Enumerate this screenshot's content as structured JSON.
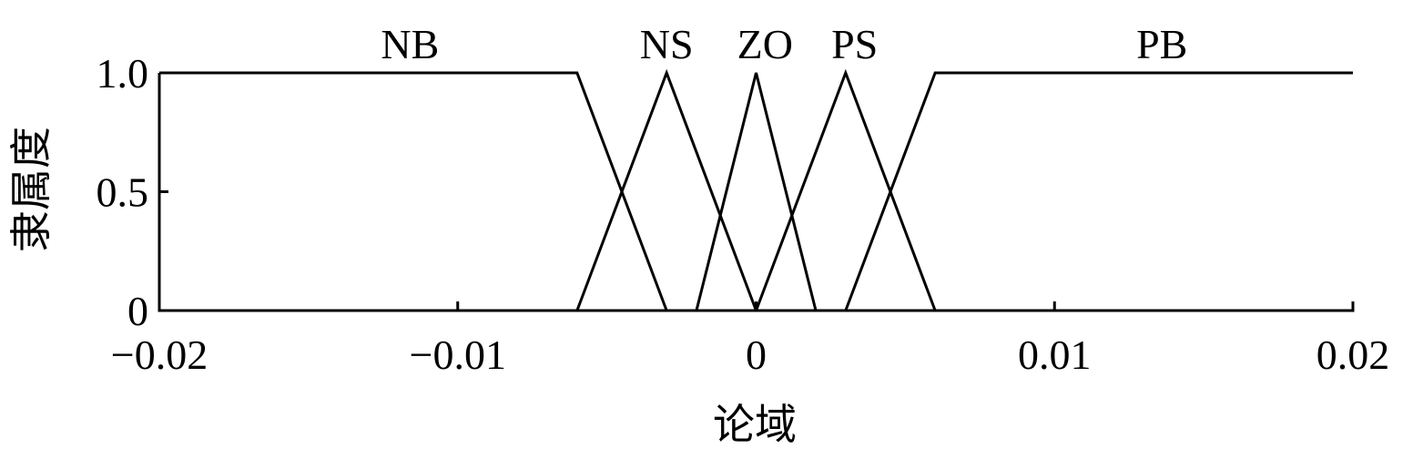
{
  "chart_data": {
    "type": "line",
    "title": "",
    "xlabel": "论域",
    "ylabel": "隶属度",
    "xlim": [
      -0.02,
      0.02
    ],
    "ylim": [
      0,
      1
    ],
    "x_ticks": [
      {
        "value": -0.02,
        "label": "−0.02"
      },
      {
        "value": -0.01,
        "label": "−0.01"
      },
      {
        "value": 0,
        "label": "0"
      },
      {
        "value": 0.01,
        "label": "0.01"
      },
      {
        "value": 0.02,
        "label": "0.02"
      }
    ],
    "y_ticks": [
      {
        "value": 0,
        "label": "0"
      },
      {
        "value": 0.5,
        "label": "0.5"
      },
      {
        "value": 1.0,
        "label": "1.0"
      }
    ],
    "grid": false,
    "series": [
      {
        "name": "NB",
        "points": [
          [
            -0.02,
            1
          ],
          [
            -0.006,
            1
          ],
          [
            -0.003,
            0
          ]
        ]
      },
      {
        "name": "NS",
        "points": [
          [
            -0.006,
            0
          ],
          [
            -0.003,
            1
          ],
          [
            0,
            0
          ]
        ]
      },
      {
        "name": "ZO",
        "points": [
          [
            -0.002,
            0
          ],
          [
            0,
            1
          ],
          [
            0.002,
            0
          ]
        ]
      },
      {
        "name": "PS",
        "points": [
          [
            0,
            0
          ],
          [
            0.003,
            1
          ],
          [
            0.006,
            0
          ]
        ]
      },
      {
        "name": "PB",
        "points": [
          [
            0.003,
            0
          ],
          [
            0.006,
            1
          ],
          [
            0.02,
            1
          ]
        ]
      }
    ],
    "series_labels": [
      {
        "name": "NB",
        "x": -0.0116
      },
      {
        "name": "NS",
        "x": -0.003
      },
      {
        "name": "ZO",
        "x": 0.0003
      },
      {
        "name": "PS",
        "x": 0.0033
      },
      {
        "name": "PB",
        "x": 0.0136
      }
    ]
  }
}
